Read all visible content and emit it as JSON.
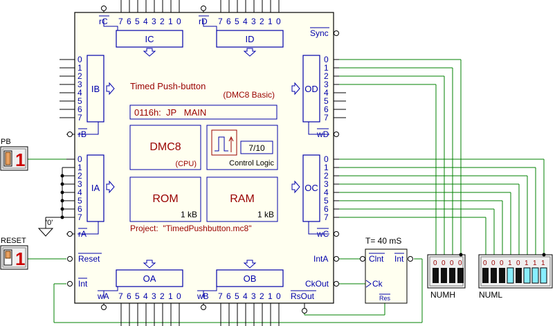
{
  "chip": {
    "title": "Timed Push-button",
    "subtitle": "(DMC8 Basic)",
    "instruction": "0116h:  JP   MAIN",
    "cpu_name": "DMC8",
    "cpu_sub": "(CPU)",
    "control_value": "7/10",
    "control_label": "Control Logic",
    "rom_label": "ROM",
    "rom_size": "1 kB",
    "ram_label": "RAM",
    "ram_size": "1 kB",
    "project": "Project:  \"TimedPushbutton.mc8\""
  },
  "ports": {
    "ic": "IC",
    "id": "ID",
    "ib": "IB",
    "ia": "IA",
    "od": "OD",
    "oc": "OC",
    "oa": "OA",
    "ob": "OB"
  },
  "pins": {
    "rc": "rC",
    "rd": "rD",
    "rb": "rB",
    "ra": "rA",
    "wd": "wD",
    "wc": "wC",
    "wa": "wA",
    "wb": "wB",
    "sync": "Sync",
    "reset": "Reset",
    "int": "Int",
    "inta": "IntA",
    "ckout": "CkOut",
    "rsout": "RsOut",
    "bits": [
      "7",
      "6",
      "5",
      "4",
      "3",
      "2",
      "1",
      "0"
    ],
    "side_bits": [
      "0",
      "1",
      "2",
      "3",
      "4",
      "5",
      "6",
      "7"
    ]
  },
  "switches": {
    "pb_label": "PB",
    "pb_value": "1",
    "reset_label": "RESET",
    "reset_value": "1",
    "zero_label": "'0'"
  },
  "timer": {
    "label": "T= 40 mS",
    "clnt": "Clnt",
    "int": "Int",
    "ck": "Ck",
    "res": "Res"
  },
  "displays": {
    "numh_label": "NUMH",
    "numh_bits": [
      "0",
      "0",
      "0",
      "0"
    ],
    "numl_label": "NUML",
    "numl_bits": [
      "0",
      "0",
      "0",
      "1",
      "0",
      "1",
      "1",
      "1"
    ]
  },
  "colors": {
    "chip_bg": "#fffff0",
    "wire": "#008000",
    "text_blue": "#0000aa",
    "text_red": "#990000",
    "led_on": "#88eeff"
  }
}
